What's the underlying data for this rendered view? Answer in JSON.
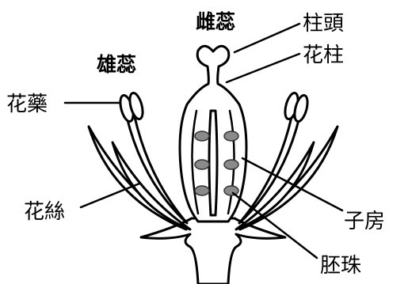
{
  "labels": {
    "pistil": "雌蕊",
    "stigma": "柱頭",
    "style": "花柱",
    "stamen": "雄蕊",
    "anther": "花藥",
    "filament": "花絲",
    "ovary": "子房",
    "ovule": "胚珠"
  }
}
